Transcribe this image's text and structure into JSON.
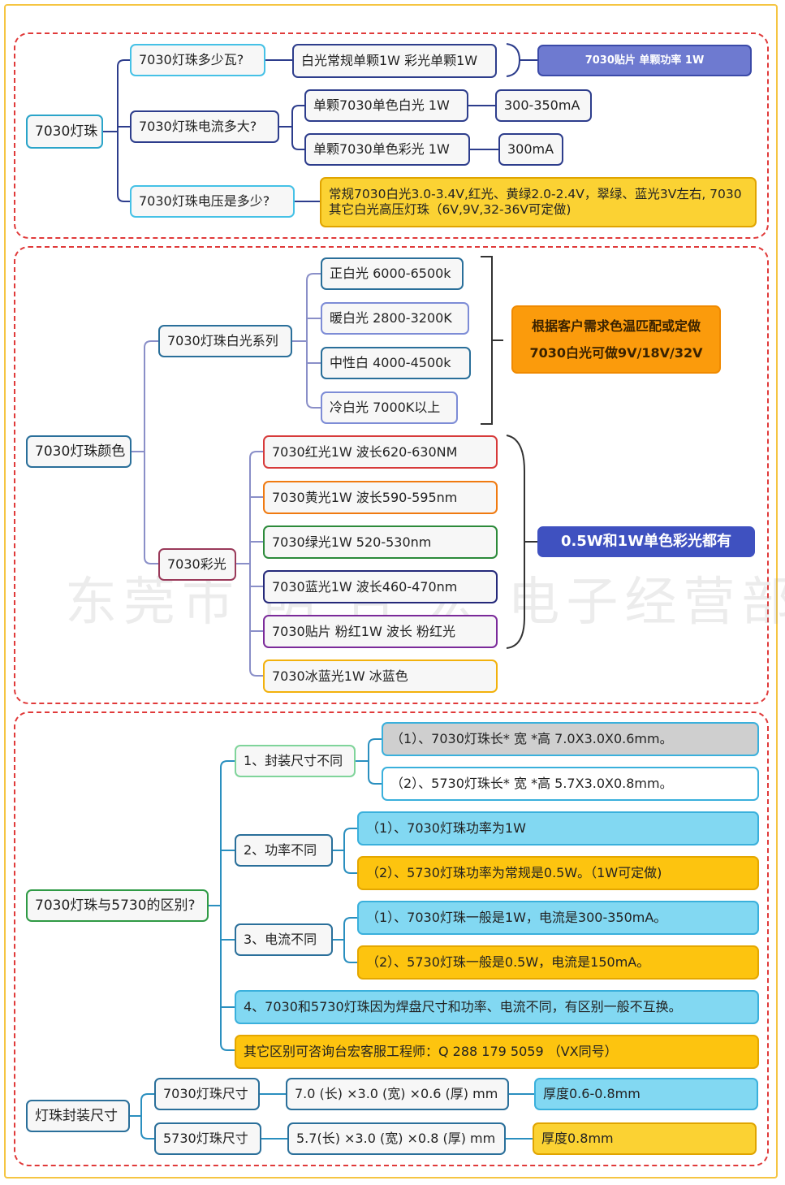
{
  "watermark": "东莞市 明 台 宏 电子经营部",
  "s1": {
    "root": "7030灯珠",
    "q1": "7030灯珠多少瓦?",
    "a1": "白光常规单颗1W  彩光单颗1W",
    "a1_sum": "7030贴片  单颗功率 1W",
    "q2": "7030灯珠电流多大?",
    "a2a": "单颗7030单色白光  1W",
    "a2a_v": "300-350mA",
    "a2b": "单颗7030单色彩光  1W",
    "a2b_v": "300mA",
    "q3": "7030灯珠电压是多少?",
    "a3": "常规7030白光3.0-3.4V,红光、黄绿2.0-2.4V，翠绿、蓝光3V左右, 7030其它白光高压灯珠（6V,9V,32-36V可定做)"
  },
  "s2": {
    "root": "7030灯珠颜色",
    "white": "7030灯珠白光系列",
    "w1": "正白光 6000-6500k",
    "w2": "暖白光 2800-3200K",
    "w3": "中性白  4000-4500k",
    "w4": "冷白光  7000K以上",
    "white_note1": "根据客户需求色温匹配或定做",
    "white_note2": "7030白光可做9V/18V/32V",
    "color": "7030彩光",
    "c1": "7030红光1W 波长620-630NM",
    "c2": "7030黄光1W 波长590-595nm",
    "c3": "7030绿光1W 520-530nm",
    "c4": "7030蓝光1W 波长460-470nm",
    "c5": "7030贴片 粉红1W 波长  粉红光",
    "c6": "7030冰蓝光1W  冰蓝色",
    "color_note": "0.5W和1W单色彩光都有"
  },
  "s3": {
    "root": "7030灯珠与5730的区别?",
    "d1": "1、封装尺寸不同",
    "d1a": "（1）、7030灯珠长* 宽 *高 7.0X3.0X0.6mm。",
    "d1b": "（2）、5730灯珠长* 宽 *高 5.7X3.0X0.8mm。",
    "d2": "2、功率不同",
    "d2a": "（1）、7030灯珠功率为1W",
    "d2b": "（2）、5730灯珠功率为常规是0.5W。（1W可定做)",
    "d3": "3、电流不同",
    "d3a": "（1）、7030灯珠一般是1W，电流是300-350mA。",
    "d3b": "（2）、5730灯珠一般是0.5W，电流是150mA。",
    "d4": "4、7030和5730灯珠因为焊盘尺寸和功率、电流不同，有区别一般不互换。",
    "d5": "其它区别可咨询台宏客服工程师：Q 288 179 5059  （VX同号）",
    "root2": "灯珠封装尺寸",
    "p1": "7030灯珠尺寸",
    "p1v": "7.0 (长) ×3.0 (宽) ×0.6 (厚) mm",
    "p1t": "厚度0.6-0.8mm",
    "p2": "5730灯珠尺寸",
    "p2v": "5.7(长) ×3.0 (宽) ×0.8 (厚) mm",
    "p2t": "厚度0.8mm"
  }
}
